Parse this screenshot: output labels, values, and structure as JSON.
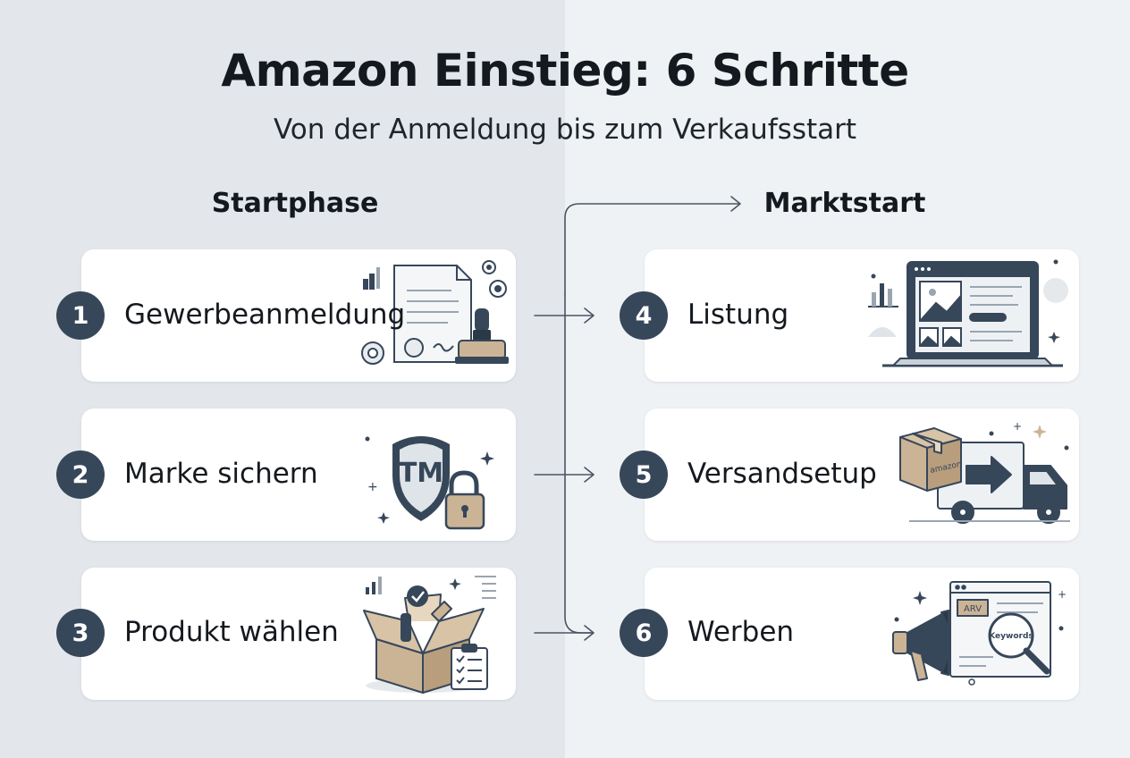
{
  "title": "Amazon Einstieg: 6 Schritte",
  "subtitle": "Von der Anmeldung bis zum Verkaufsstart",
  "columns": {
    "left": "Startphase",
    "right": "Marktstart"
  },
  "steps": [
    {
      "number": "1",
      "label": "Gewerbeanmeldung",
      "icon": "business-registration-document-stamp-icon"
    },
    {
      "number": "2",
      "label": "Marke sichern",
      "icon": "trademark-shield-lock-icon"
    },
    {
      "number": "3",
      "label": "Produkt wählen",
      "icon": "product-box-checklist-icon"
    },
    {
      "number": "4",
      "label": "Listung",
      "icon": "laptop-listing-icon"
    },
    {
      "number": "5",
      "label": "Versandsetup",
      "icon": "shipping-truck-package-icon"
    },
    {
      "number": "6",
      "label": "Werben",
      "icon": "megaphone-keywords-icon"
    }
  ],
  "illustration_text": {
    "trademark": "TM",
    "box_brand": "amazon",
    "ad_tag": "ARV",
    "keywords": "Keywords"
  },
  "colors": {
    "badge": "#37475a",
    "card": "#ffffff",
    "background_left": "#e3e7eb",
    "background_right": "#eff2f5",
    "cardboard": "#cbb496",
    "connector": "#4a5561"
  }
}
